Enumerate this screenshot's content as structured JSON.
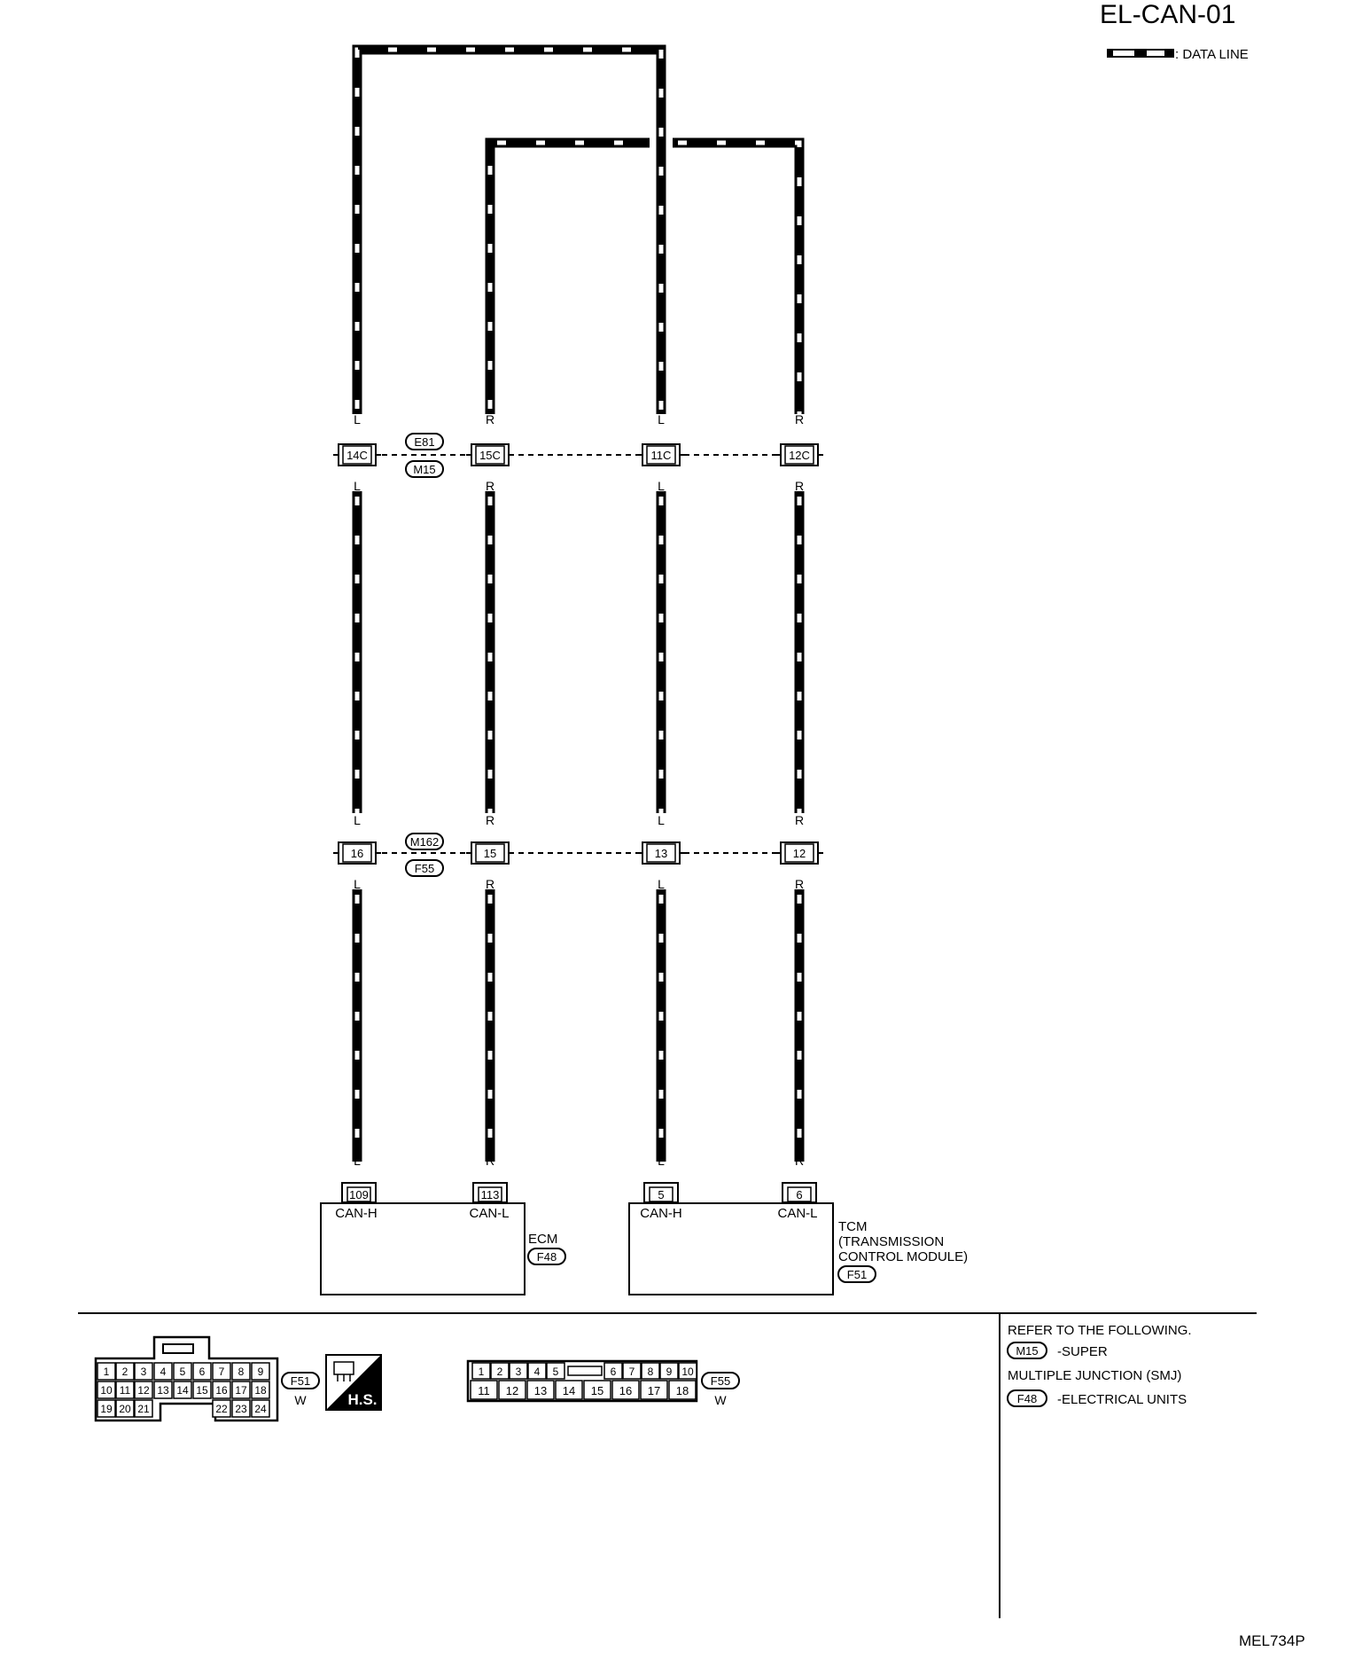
{
  "header": {
    "diagram_id": "EL-CAN-01",
    "legend_label": ": DATA LINE"
  },
  "footer": {
    "figure_code": "MEL734P"
  },
  "wires": [
    {
      "id": "w1",
      "color_upper": "L",
      "color_lower": "L"
    },
    {
      "id": "w2",
      "color_upper": "R",
      "color_lower": "R"
    },
    {
      "id": "w3",
      "color_upper": "L",
      "color_lower": "L"
    },
    {
      "id": "w4",
      "color_upper": "R",
      "color_lower": "R"
    }
  ],
  "junction_upper": {
    "connectors": [
      "E81",
      "M15"
    ],
    "pins": [
      "14C",
      "15C",
      "11C",
      "12C"
    ]
  },
  "junction_lower": {
    "connectors": [
      "M162",
      "F55"
    ],
    "pins": [
      "16",
      "15",
      "13",
      "12"
    ]
  },
  "ecm": {
    "name": "ECM",
    "connector": "F48",
    "pins": [
      "109",
      "113"
    ],
    "terminals": [
      "CAN-H",
      "CAN-L"
    ]
  },
  "tcm": {
    "name_lines": [
      "TCM",
      "(TRANSMISSION",
      "CONTROL MODULE)"
    ],
    "connector": "F51",
    "pins": [
      "5",
      "6"
    ],
    "terminals": [
      "CAN-H",
      "CAN-L"
    ]
  },
  "connector_f51": {
    "id": "F51",
    "color": "W",
    "hs_label": "H.S.",
    "rows": [
      [
        "1",
        "2",
        "3",
        "4",
        "5",
        "6",
        "7",
        "8",
        "9"
      ],
      [
        "10",
        "11",
        "12",
        "13",
        "14",
        "15",
        "16",
        "17",
        "18"
      ],
      [
        "19",
        "20",
        "21",
        "",
        "",
        "",
        "22",
        "23",
        "24"
      ]
    ]
  },
  "connector_f55": {
    "id": "F55",
    "color": "W",
    "top_row": [
      "1",
      "2",
      "3",
      "4",
      "5",
      "",
      "6",
      "7",
      "8",
      "9",
      "10"
    ],
    "bottom_row": [
      "11",
      "12",
      "13",
      "14",
      "15",
      "16",
      "17",
      "18"
    ]
  },
  "reference": {
    "title": "REFER TO THE FOLLOWING.",
    "items": [
      {
        "connector": "M15",
        "text": "-SUPER"
      },
      {
        "connector": "",
        "text": "MULTIPLE JUNCTION (SMJ)"
      },
      {
        "connector": "F48",
        "text": "-ELECTRICAL UNITS"
      }
    ]
  }
}
